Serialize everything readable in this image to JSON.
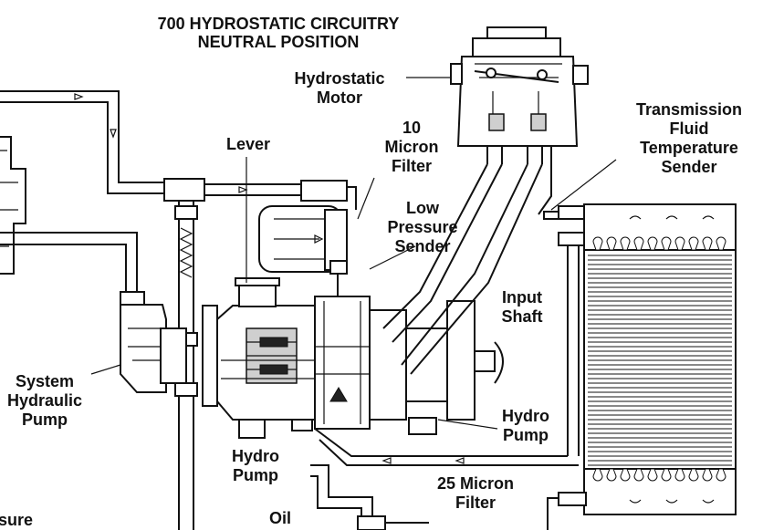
{
  "title": {
    "line1": "700 HYDROSTATIC CIRCUITRY",
    "line2": "NEUTRAL POSITION"
  },
  "labels": {
    "hydrostatic_motor": [
      "Hydrostatic",
      "Motor"
    ],
    "transmission_sender": [
      "Transmission",
      "Fluid",
      "Temperature",
      "Sender"
    ],
    "micron_filter_10": [
      "10",
      "Micron",
      "Filter"
    ],
    "lever": [
      "Lever"
    ],
    "low_pressure_sender": [
      "Low",
      "Pressure",
      "Sender"
    ],
    "input_shaft": [
      "Input",
      "Shaft"
    ],
    "system_hydraulic_pump": [
      "System",
      "Hydraulic",
      "Pump"
    ],
    "hydro_pump_right": [
      "Hydro",
      "Pump"
    ],
    "hydro_pump_bottom": [
      "Hydro",
      "Pump"
    ],
    "micron_filter_25": [
      "25 Micron",
      "Filter"
    ],
    "oil": [
      "Oil"
    ],
    "sure_fragment": [
      "sure"
    ]
  }
}
